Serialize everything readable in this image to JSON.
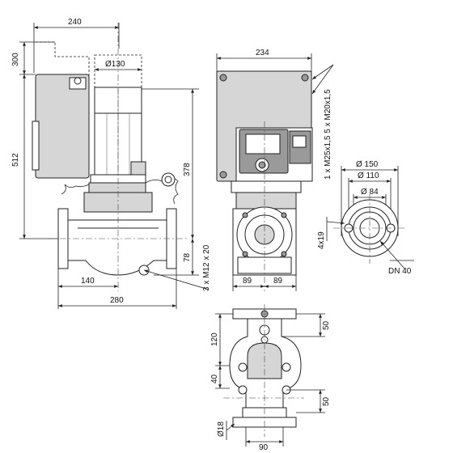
{
  "side_view": {
    "dim_240": "240",
    "dim_300": "300",
    "dim_130": "Ø130",
    "dim_512": "512",
    "dim_378": "378",
    "dim_78": "78",
    "dim_bolts": "3 x M12 x 20",
    "dim_140": "140",
    "dim_280": "280"
  },
  "front_view": {
    "dim_234": "234",
    "dim_cable": "1 x M25x1,5 5 x M20x1,5",
    "dim_89_left": "89",
    "dim_89_right": "89"
  },
  "flange_view": {
    "dim_150": "Ø 150",
    "dim_110": "Ø 110",
    "dim_84": "Ø 84",
    "dim_holes": "4x19",
    "dim_dn": "DN 40"
  },
  "top_view": {
    "dim_120": "120",
    "dim_50_top": "50",
    "dim_40": "40",
    "dim_50_bottom": "50",
    "dim_18": "Ø18",
    "dim_90": "90"
  }
}
